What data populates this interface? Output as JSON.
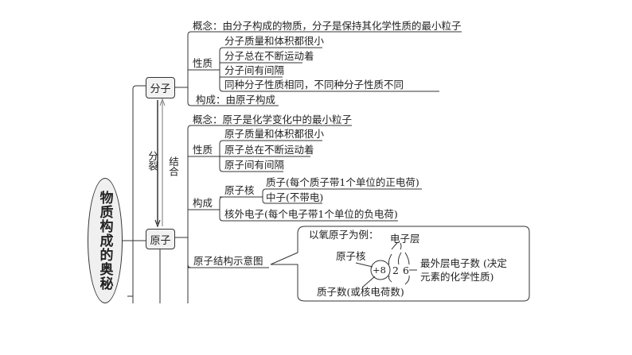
{
  "root": "物质构成的奥秘",
  "molecule": {
    "label": "分子",
    "concept": "概念：由分子构成的物质，分子是保持其化学性质的最小粒子",
    "properties_label": "性质",
    "properties": [
      "分子质量和体积都很小",
      "分子总在不断运动着",
      "分子间有间隔",
      "同种分子性质相同，不同种分子性质不同"
    ],
    "composition": "构成：由原子构成"
  },
  "arrows": {
    "split": "分裂",
    "combine": "结合"
  },
  "atom": {
    "label": "原子",
    "concept": "概念：原子是化学变化中的最小粒子",
    "properties_label": "性质",
    "properties": [
      "原子质量和体积都很小",
      "原子总在不断运动着",
      "原子间有间隔"
    ],
    "composition_label": "构成",
    "nucleus_label": "原子核",
    "nucleus_parts": [
      "质子(每个质子带1个单位的正电荷)",
      "中子(不带电)"
    ],
    "electrons": "核外电子(每个电子带1个单位的负电荷)",
    "diagram_label": "原子结构示意图",
    "example": {
      "title": "以氧原子为例：",
      "shell_label": "电子层",
      "nucleus_label": "原子核",
      "nucleus_charge": "+8",
      "shells": [
        "2",
        "6"
      ],
      "outer_note": [
        "最外层电子数 (决定",
        "元素的化学性质)"
      ],
      "proton_note": "质子数(或核电荷数)"
    }
  }
}
